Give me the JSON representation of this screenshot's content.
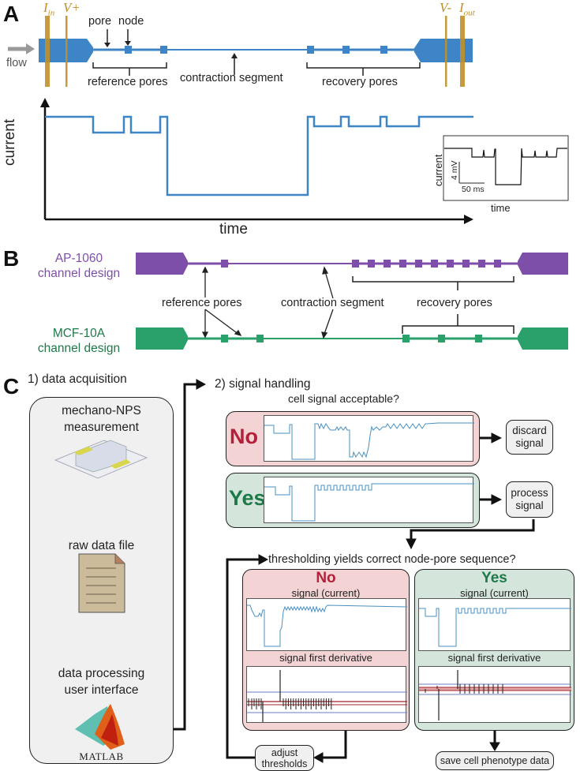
{
  "panelA": {
    "letter": "A",
    "electrodes": {
      "i_in": "I",
      "i_in_sub": "in",
      "v_plus": "V+",
      "v_minus": "V-",
      "i_out": "I",
      "i_out_sub": "out"
    },
    "flow_label": "flow",
    "pore_label": "pore",
    "node_label": "node",
    "reference_pores_label": "reference pores",
    "contraction_segment_label": "contraction segment",
    "recovery_pores_label": "recovery pores",
    "plot_ylabel": "current",
    "plot_xlabel": "time",
    "inset": {
      "ylabel": "current",
      "xlabel": "time",
      "scale_y": "4 mV",
      "scale_x": "50 ms"
    },
    "colors": {
      "channel": "#3d85c6",
      "electrode": "#c0902a",
      "arrow": "#999999"
    }
  },
  "panelB": {
    "letter": "B",
    "ap_label_1": "AP-1060",
    "ap_label_2": "channel design",
    "mcf_label_1": "MCF-10A",
    "mcf_label_2": "channel design",
    "reference_pores_label": "reference pores",
    "contraction_segment_label": "contraction segment",
    "recovery_pores_label": "recovery pores",
    "ap_recovery_nodes": 10,
    "mcf_recovery_nodes": 3,
    "colors": {
      "ap": "#7d4fa8",
      "mcf": "#2aa06a"
    }
  },
  "panelC": {
    "letter": "C",
    "step1_title": "1) data acquisition",
    "step2_title": "2) signal handling",
    "measurement_label_1": "mechano-NPS",
    "measurement_label_2": "measurement",
    "raw_data_label": "raw data file",
    "ui_label_1": "data processing",
    "ui_label_2": "user interface",
    "matlab_label": "MATLAB",
    "question1": "cell signal acceptable?",
    "no_label": "No",
    "yes_label": "Yes",
    "discard_1": "discard",
    "discard_2": "signal",
    "process_1": "process",
    "process_2": "signal",
    "question2": "thresholding yields correct node-pore sequence?",
    "signal_current_label": "signal (current)",
    "first_derivative_label": "signal first derivative",
    "adjust_1": "adjust",
    "adjust_2": "thresholds",
    "save_label": "save cell phenotype data",
    "colors": {
      "no": "#b3203a",
      "yes": "#1d7a48",
      "no_bg": "#f3d3d3",
      "yes_bg": "#d4e5db",
      "signal": "#4a90c0"
    }
  }
}
